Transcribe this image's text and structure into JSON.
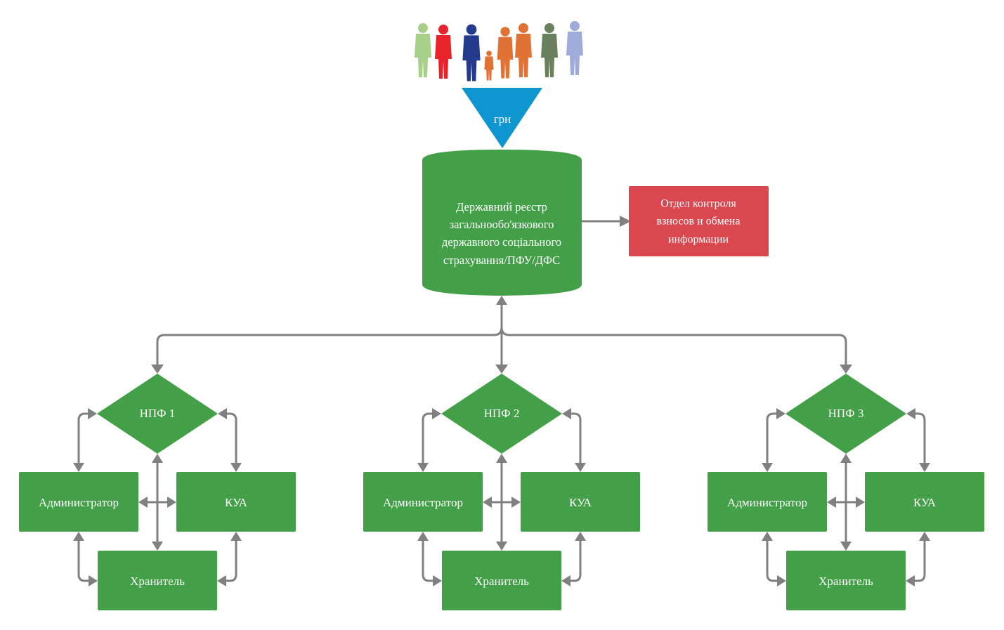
{
  "colors": {
    "node_green": "#43a048",
    "control_red": "#d9474f",
    "money_blue": "#0f96d0",
    "connector_gray": "#808080",
    "label_white": "#ffffff"
  },
  "people_icon": {
    "label": "people-silhouettes-icon",
    "figure_colors": [
      "#a7d08a",
      "#e8232b",
      "#243a8c",
      "#e07235",
      "#e07235",
      "#e07235",
      "#6a7f5b",
      "#9fabd9"
    ]
  },
  "funnel": {
    "label": "грн"
  },
  "registry": {
    "lines": [
      "Державний реєстр",
      "загальнообо'язкового",
      "державного соціального",
      "страхування/ПФУ/ДФС"
    ]
  },
  "control_dept": {
    "lines": [
      "Отдел контроля",
      "взносов и обмена",
      "информации"
    ]
  },
  "funds": [
    {
      "name": "НПФ 1",
      "administrator": "Администратор",
      "kua": "КУА",
      "custodian": "Хранитель"
    },
    {
      "name": "НПФ 2",
      "administrator": "Администратор",
      "kua": "КУА",
      "custodian": "Хранитель"
    },
    {
      "name": "НПФ 3",
      "administrator": "Администратор",
      "kua": "КУА",
      "custodian": "Хранитель"
    }
  ]
}
